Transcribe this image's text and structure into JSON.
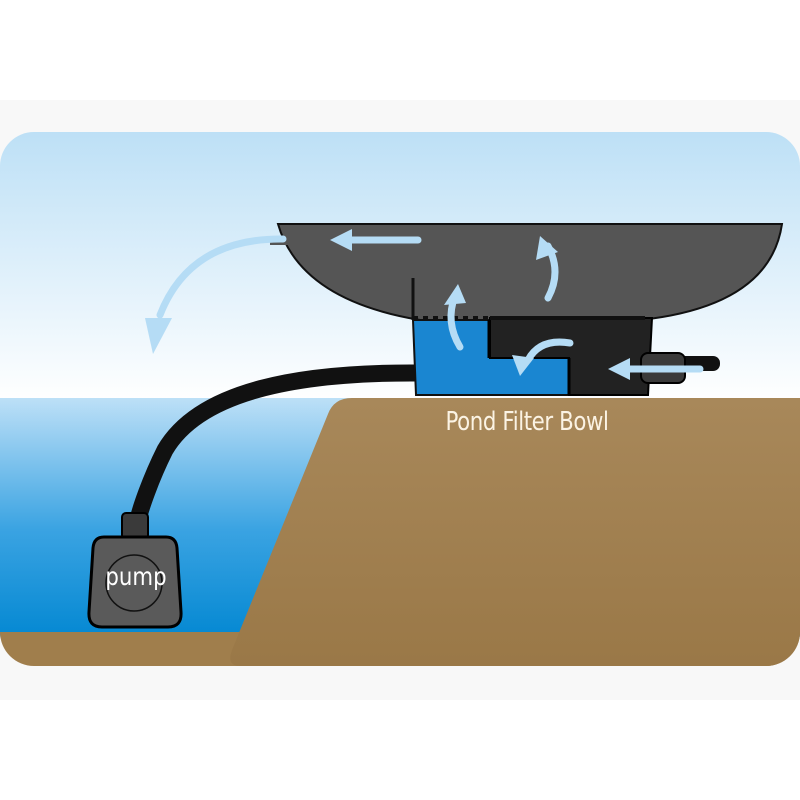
{
  "diagram": {
    "title": "Pond Filter Bowl",
    "labels": {
      "filter_bowl": "Pond Filter Bowl",
      "pump": "pump"
    },
    "components": [
      {
        "name": "filter-bowl",
        "color": "#555555"
      },
      {
        "name": "filter-chamber-water",
        "color": "#1c86d1"
      },
      {
        "name": "filter-media-box",
        "color": "#232323"
      },
      {
        "name": "inlet-hose-connector",
        "color": "#3a3a3a"
      },
      {
        "name": "pump",
        "color": "#5a5a5a"
      },
      {
        "name": "hose",
        "color": "#111111"
      },
      {
        "name": "ground",
        "color": "#a4834f"
      },
      {
        "name": "pond-water",
        "color": "#1a8fd6"
      }
    ],
    "flow_arrows": [
      {
        "name": "inlet-arrow",
        "direction": "left"
      },
      {
        "name": "media-curve-arrow",
        "direction": "down-left"
      },
      {
        "name": "chamber-up-arrow",
        "direction": "up"
      },
      {
        "name": "bowl-up-arrow",
        "direction": "up"
      },
      {
        "name": "bowl-surface-arrow",
        "direction": "left"
      },
      {
        "name": "overflow-arrow",
        "direction": "down"
      }
    ],
    "colors": {
      "sky_top": "#bfe1f6",
      "sky_bottom": "#f6fbff",
      "water_top": "#b9dcf5",
      "water_bottom": "#0a8ad4",
      "ground": "#a4834f",
      "arrow": "#b5dcf5"
    }
  }
}
